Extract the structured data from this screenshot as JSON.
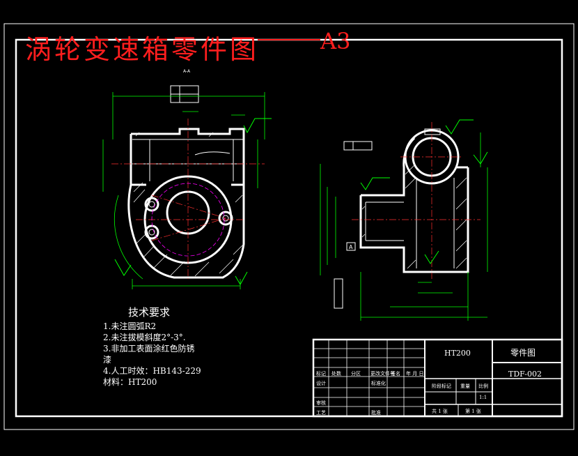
{
  "title": {
    "main": "涡轮变速箱零件图",
    "size": "A3"
  },
  "section_label": "A-A",
  "notes": {
    "heading": "技术要求",
    "lines": [
      "1.未注圆弧R2",
      "2.未注拔模斜度2°-3°.",
      "3.非加工表面涂红色防锈",
      "漆",
      "4.人工时效：HB143-229",
      "材料：HT200"
    ]
  },
  "title_block": {
    "material": "HT200",
    "drawing_name": "零件图",
    "drawing_number": "TDF-002",
    "scale": "1:1",
    "sheet_total": "共 1 张",
    "sheet_number": "第 1 张",
    "row_labels": [
      "标记",
      "处数",
      "分区",
      "更改文件号",
      "签名",
      "年 月 日"
    ],
    "designer": "设计",
    "standard": "标准化",
    "stage_mark": "阶段标记",
    "weight": "重量",
    "ratio": "比例",
    "review": "审核",
    "process": "工艺",
    "approve": "批准"
  },
  "datum_label": "A",
  "colors": {
    "title": "#ff1e1e",
    "line": "#ffffff",
    "dim": "#00ff00",
    "center": "#ff3030",
    "hidden": "#ff00ff"
  }
}
